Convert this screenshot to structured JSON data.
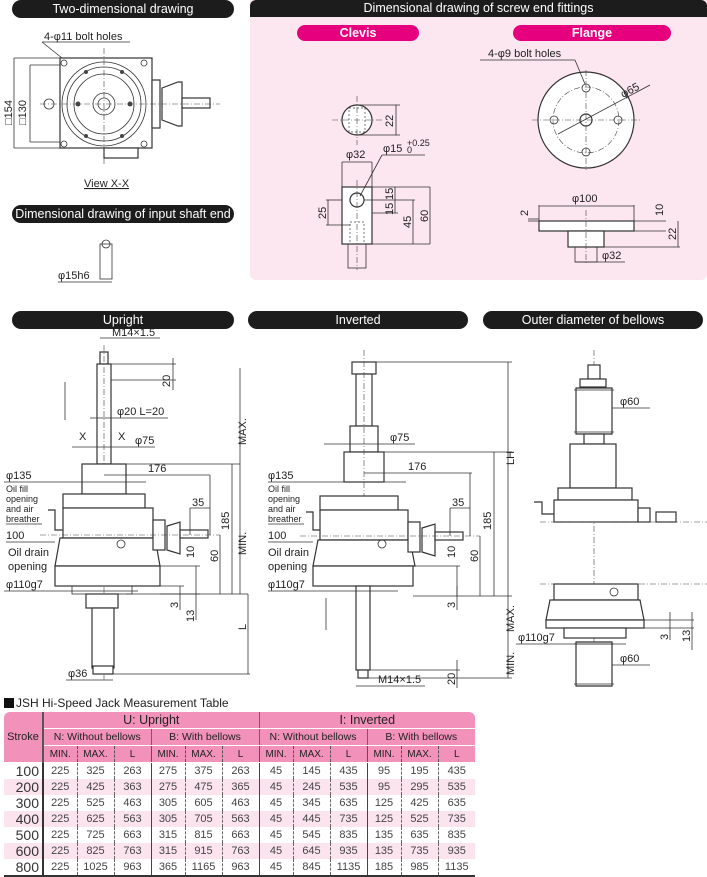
{
  "headers": {
    "two_dimensional": "Two-dimensional drawing",
    "screw_end_fittings": "Dimensional drawing of screw end fittings",
    "clevis": "Clevis",
    "flange": "Flange",
    "input_shaft_end": "Dimensional drawing of input shaft end",
    "upright": "Upright",
    "inverted": "Inverted",
    "bellows_od": "Outer diameter of bellows"
  },
  "two_d": {
    "bolt_holes": "4-φ11 bolt holes",
    "dim_outer": "□154",
    "dim_inner": "□130",
    "view_label": "View X-X"
  },
  "input_shaft": {
    "dia": "φ15h6"
  },
  "clevis": {
    "dim_22": "22",
    "dim_32": "φ32",
    "hole": "φ15",
    "hole_tol_upper": "+0.25",
    "hole_tol_lower": "0",
    "dim_25": "25",
    "dim_15a": "15",
    "dim_15b": "15",
    "dim_45": "45",
    "dim_60": "60"
  },
  "flange": {
    "bolt_holes": "4-φ9 bolt holes",
    "pcd": "φ65",
    "od": "φ100",
    "dim_2": "2",
    "dim_10": "10",
    "dim_22": "22",
    "boss": "φ32"
  },
  "upright": {
    "thread": "M14×1.5",
    "dim_20": "20",
    "shaft": "φ20 L=20",
    "x_mark": "X",
    "dia_75": "φ75",
    "dia_135": "φ135",
    "dim_176": "176",
    "oil_fill": [
      "Oil fill",
      "opening",
      "and air",
      "breather"
    ],
    "dim_35": "35",
    "dim_185": "185",
    "dim_100": "100",
    "oil_drain": [
      "Oil drain",
      "opening"
    ],
    "dim_10": "10",
    "dim_60": "60",
    "dim_3": "3",
    "dim_13": "13",
    "dia_110": "φ110g7",
    "dim_max": "MAX.",
    "dim_min": "MIN.",
    "dim_L": "L",
    "dia_36": "φ36"
  },
  "inverted": {
    "dia_75": "φ75",
    "dia_135": "φ135",
    "dim_176": "176",
    "oil_fill": [
      "Oil fill",
      "opening",
      "and air",
      "breather"
    ],
    "dim_35": "35",
    "dim_185": "185",
    "dim_100": "100",
    "oil_drain": [
      "Oil drain",
      "opening"
    ],
    "dim_10": "10",
    "dim_60": "60",
    "dim_3": "3",
    "dia_110": "φ110g7",
    "thread": "M14×1.5",
    "dim_20": "20",
    "dim_LH": "LH",
    "dim_max": "MAX.",
    "dim_min": "MIN."
  },
  "bellows": {
    "dia_60_top": "φ60",
    "dia_60_bottom": "φ60",
    "dia_110": "φ110g7",
    "dim_3": "3",
    "dim_13": "13"
  },
  "table": {
    "title": "JSH Hi-Speed Jack Measurement Table",
    "stroke_label": "Stroke",
    "groups": [
      "U: Upright",
      "I: Inverted"
    ],
    "subgroups": [
      "N: Without bellows",
      "B: With bellows",
      "N: Without bellows",
      "B: With bellows"
    ],
    "cols": [
      "MIN.",
      "MAX.",
      "L"
    ],
    "rows": [
      {
        "stroke": "100",
        "v": [
          "225",
          "325",
          "263",
          "275",
          "375",
          "263",
          "45",
          "145",
          "435",
          "95",
          "195",
          "435"
        ]
      },
      {
        "stroke": "200",
        "v": [
          "225",
          "425",
          "363",
          "275",
          "475",
          "365",
          "45",
          "245",
          "535",
          "95",
          "295",
          "535"
        ]
      },
      {
        "stroke": "300",
        "v": [
          "225",
          "525",
          "463",
          "305",
          "605",
          "463",
          "45",
          "345",
          "635",
          "125",
          "425",
          "635"
        ]
      },
      {
        "stroke": "400",
        "v": [
          "225",
          "625",
          "563",
          "305",
          "705",
          "563",
          "45",
          "445",
          "735",
          "125",
          "525",
          "735"
        ]
      },
      {
        "stroke": "500",
        "v": [
          "225",
          "725",
          "663",
          "315",
          "815",
          "663",
          "45",
          "545",
          "835",
          "135",
          "635",
          "835"
        ]
      },
      {
        "stroke": "600",
        "v": [
          "225",
          "825",
          "763",
          "315",
          "915",
          "763",
          "45",
          "645",
          "935",
          "135",
          "735",
          "935"
        ]
      },
      {
        "stroke": "800",
        "v": [
          "225",
          "1025",
          "963",
          "365",
          "1165",
          "963",
          "45",
          "845",
          "1135",
          "185",
          "985",
          "1135"
        ]
      }
    ]
  }
}
